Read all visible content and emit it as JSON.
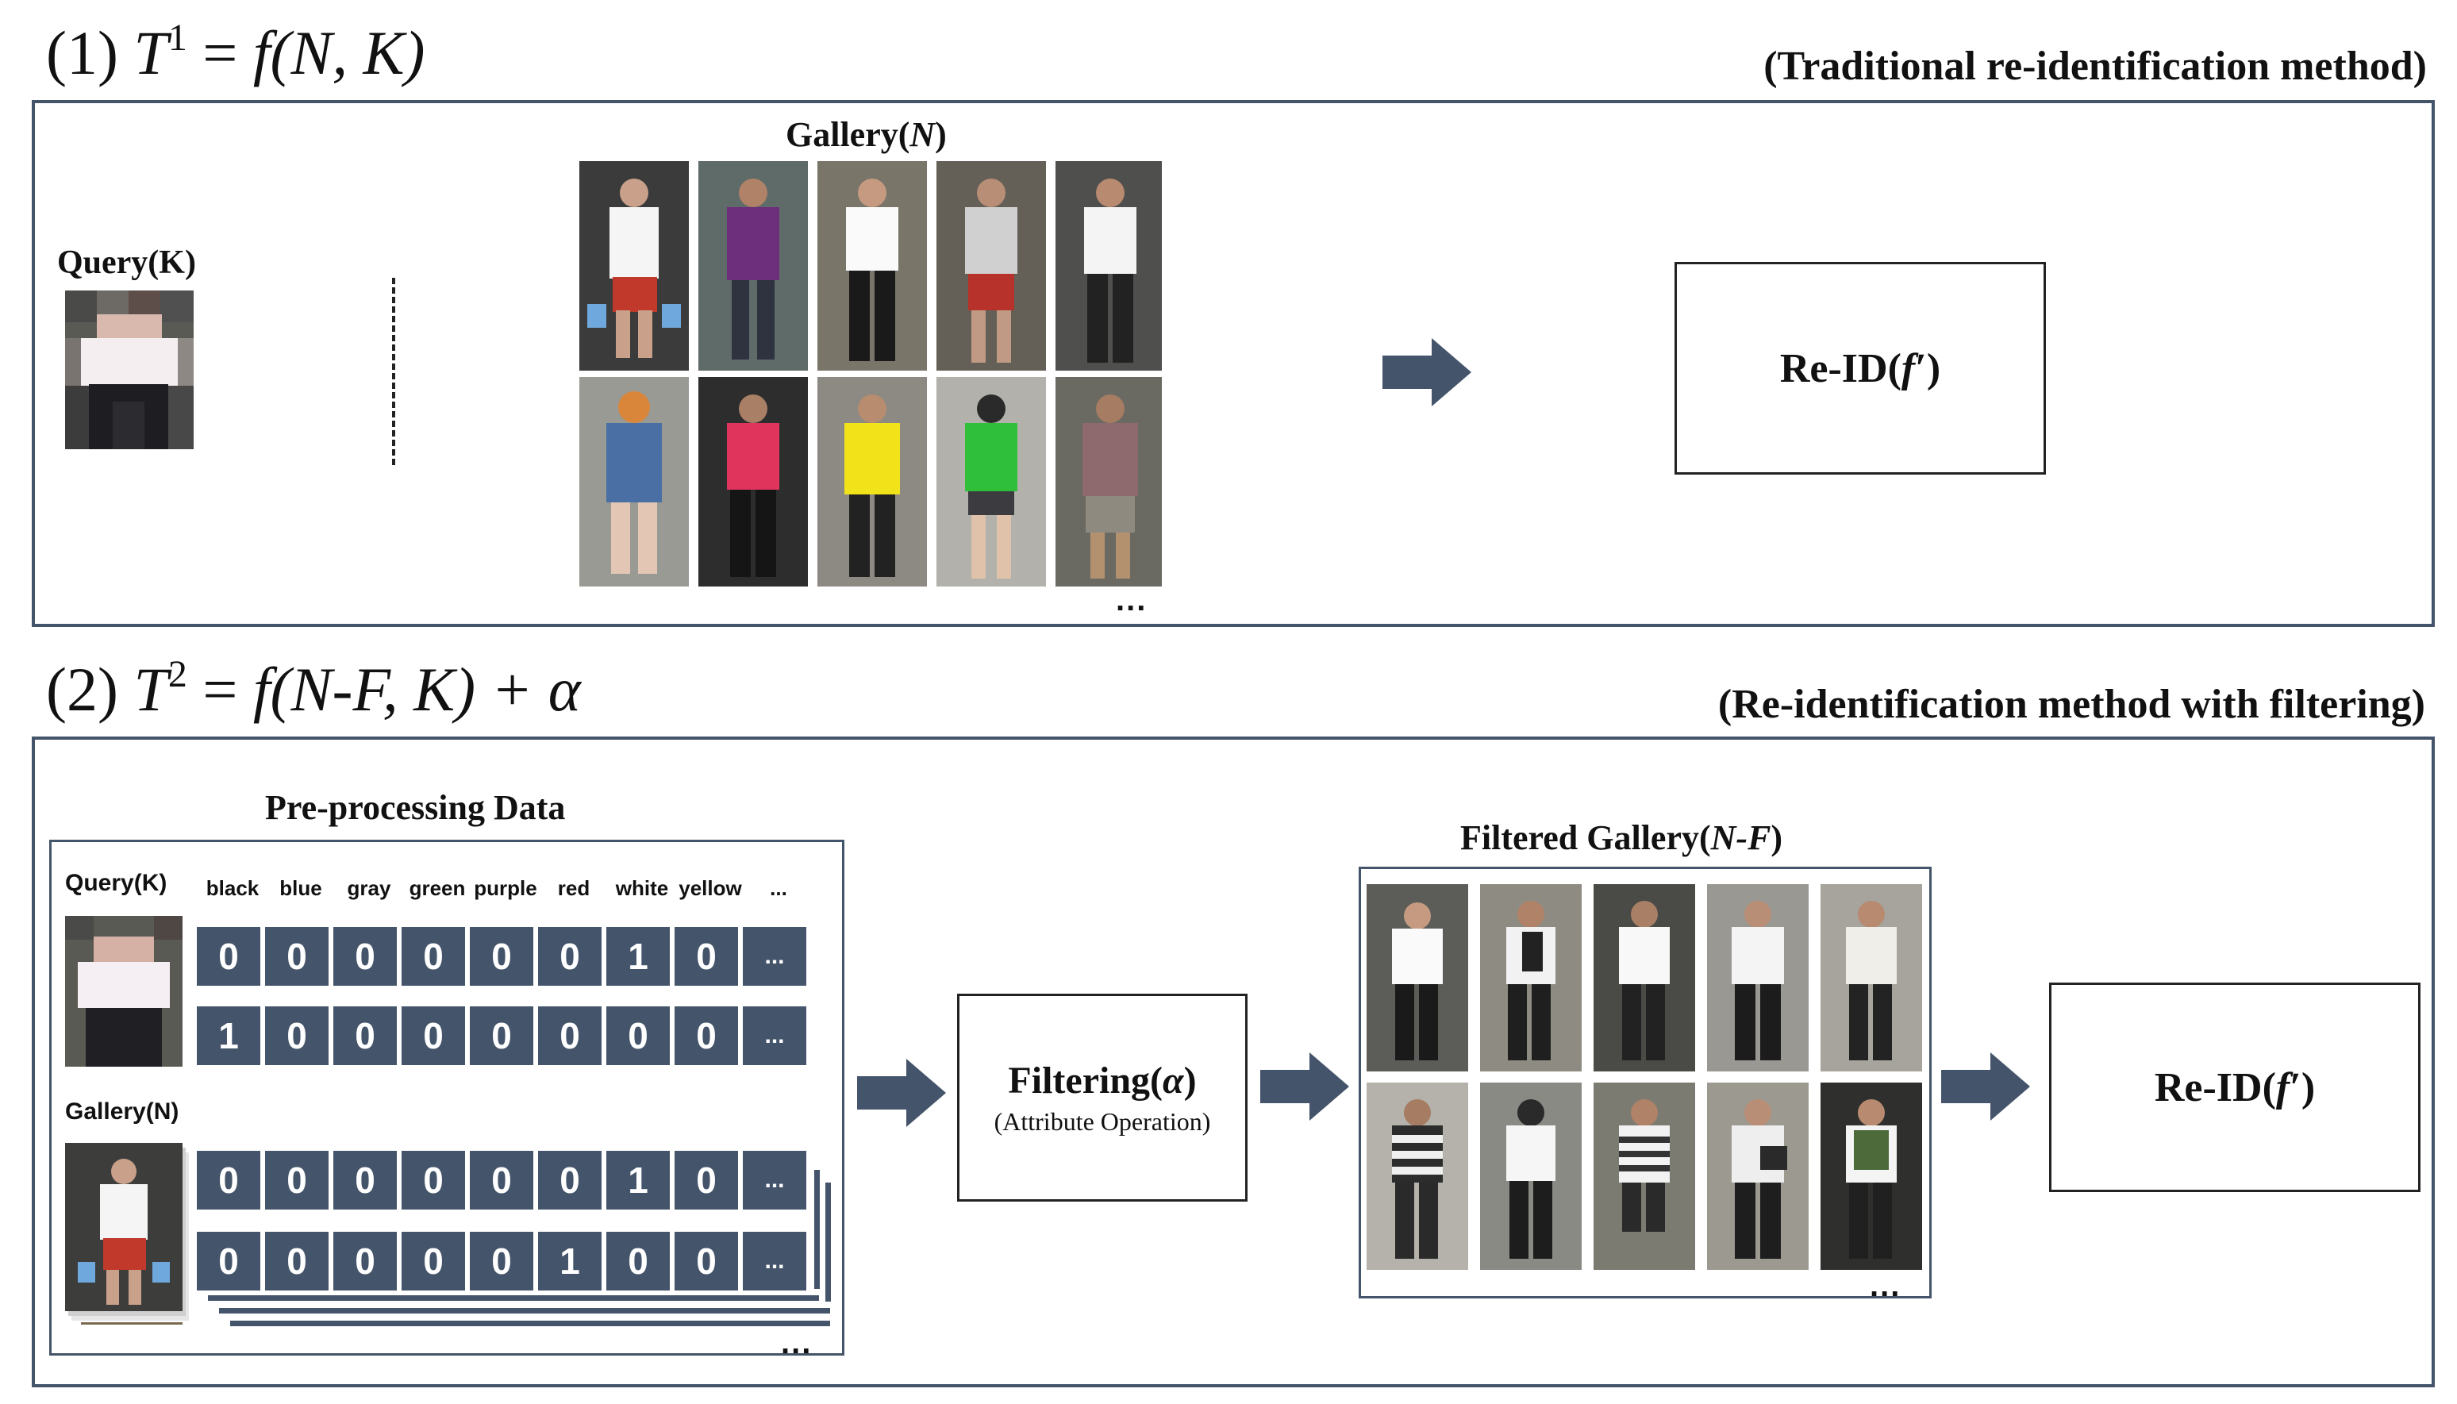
{
  "section1": {
    "formula_prefix": "(1)",
    "formula_T": "T",
    "formula_sup": "1",
    "formula_eq": " = ",
    "formula_f": "f",
    "formula_args": "(N, K)",
    "method_label": "(Traditional re-identification method)",
    "query_label": "Query(K)",
    "gallery_label": "Gallery(",
    "gallery_N": "N",
    "gallery_close": ")",
    "gallery_more": "...",
    "reid_label": "Re-ID(",
    "reid_f": "f",
    "reid_close": ")"
  },
  "section2": {
    "formula_prefix": "(2)",
    "formula_T": "T",
    "formula_sup": "2",
    "formula_eq": " = ",
    "formula_f": "f",
    "formula_args": "(N-F, K) + ",
    "formula_alpha": "α",
    "method_label": "(Re-identification  method with filtering)",
    "preprocessing_title": "Pre-processing Data",
    "query_label": "Query(K)",
    "gallery_label": "Gallery(N)",
    "color_labels": [
      "black",
      "blue",
      "gray",
      "green",
      "purple",
      "red",
      "white",
      "yellow",
      "..."
    ],
    "query_rows": [
      [
        "0",
        "0",
        "0",
        "0",
        "0",
        "0",
        "1",
        "0",
        "..."
      ],
      [
        "1",
        "0",
        "0",
        "0",
        "0",
        "0",
        "0",
        "0",
        "..."
      ]
    ],
    "gallery_rows": [
      [
        "0",
        "0",
        "0",
        "0",
        "0",
        "0",
        "1",
        "0",
        "..."
      ],
      [
        "0",
        "0",
        "0",
        "0",
        "0",
        "1",
        "0",
        "0",
        "..."
      ]
    ],
    "preprocessing_more": "...",
    "filtering_label": "Filtering(",
    "filtering_alpha": "α",
    "filtering_close": ")",
    "filtering_sub": "(Attribute Operation)",
    "filtered_gallery_label": "Filtered Gallery(",
    "filtered_gallery_NF": "N-F",
    "filtered_gallery_close": ")",
    "filtered_more": "...",
    "reid_label": "Re-ID(",
    "reid_f": "f",
    "reid_close": ")"
  },
  "colors": {
    "panel_border": "#44546a",
    "arrow": "#44546a",
    "cell_fill": "#44546a",
    "cell_text": "#ffffff"
  }
}
